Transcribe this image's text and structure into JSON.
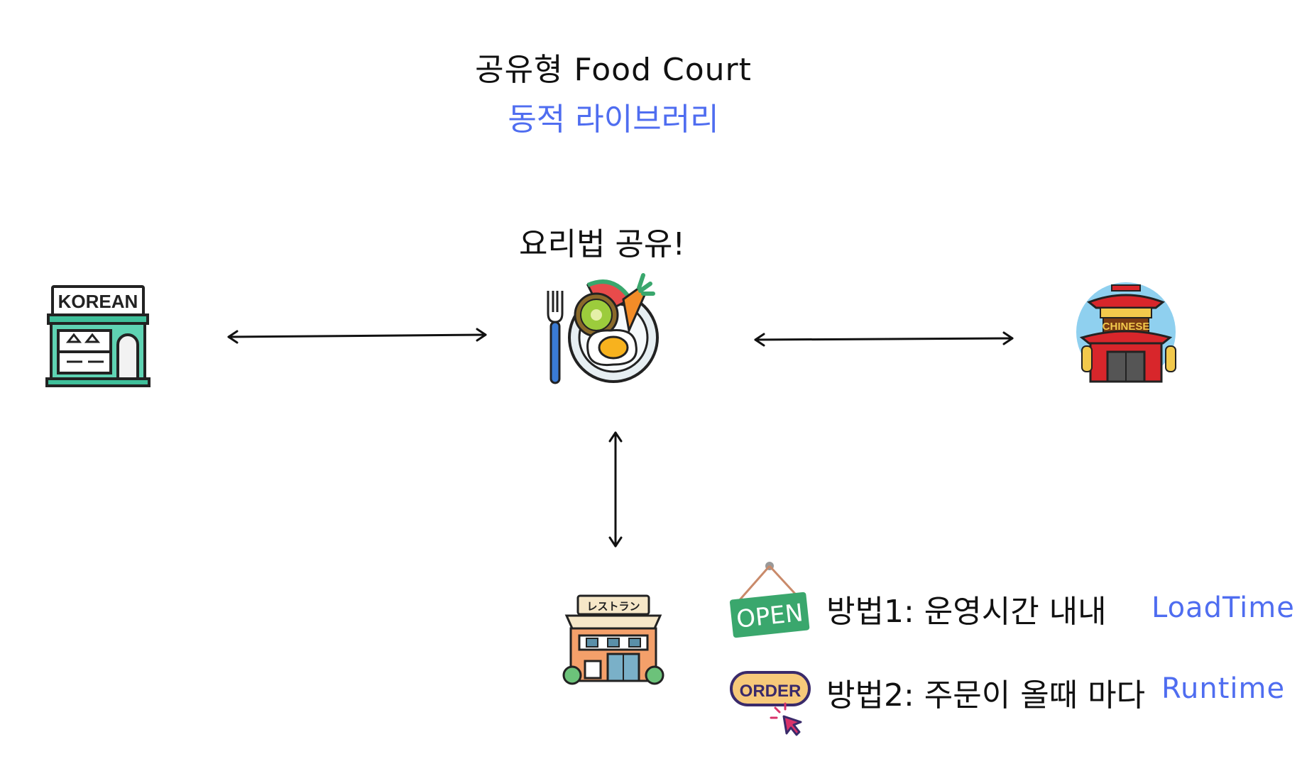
{
  "header": {
    "title": "공유형 Food Court",
    "subtitle": "동적 라이브러리"
  },
  "center": {
    "label": "요리법 공유!"
  },
  "stores": {
    "korean_sign": "KOREAN",
    "chinese_sign": "CHINESE",
    "japanese_sign": "レストラン"
  },
  "methods": [
    {
      "label": "방법1: 운영시간 내내",
      "mode": "LoadTime",
      "badge": "OPEN"
    },
    {
      "label": "방법2: 주문이 올때 마다",
      "mode": "Runtime",
      "badge": "ORDER"
    }
  ],
  "colors": {
    "accent": "#4f6df0",
    "text": "#111111",
    "korean_store": "#5fd3b3",
    "chinese_store": "#d8262b",
    "open_sign": "#3aa76d",
    "order_badge": "#f7c97a"
  }
}
